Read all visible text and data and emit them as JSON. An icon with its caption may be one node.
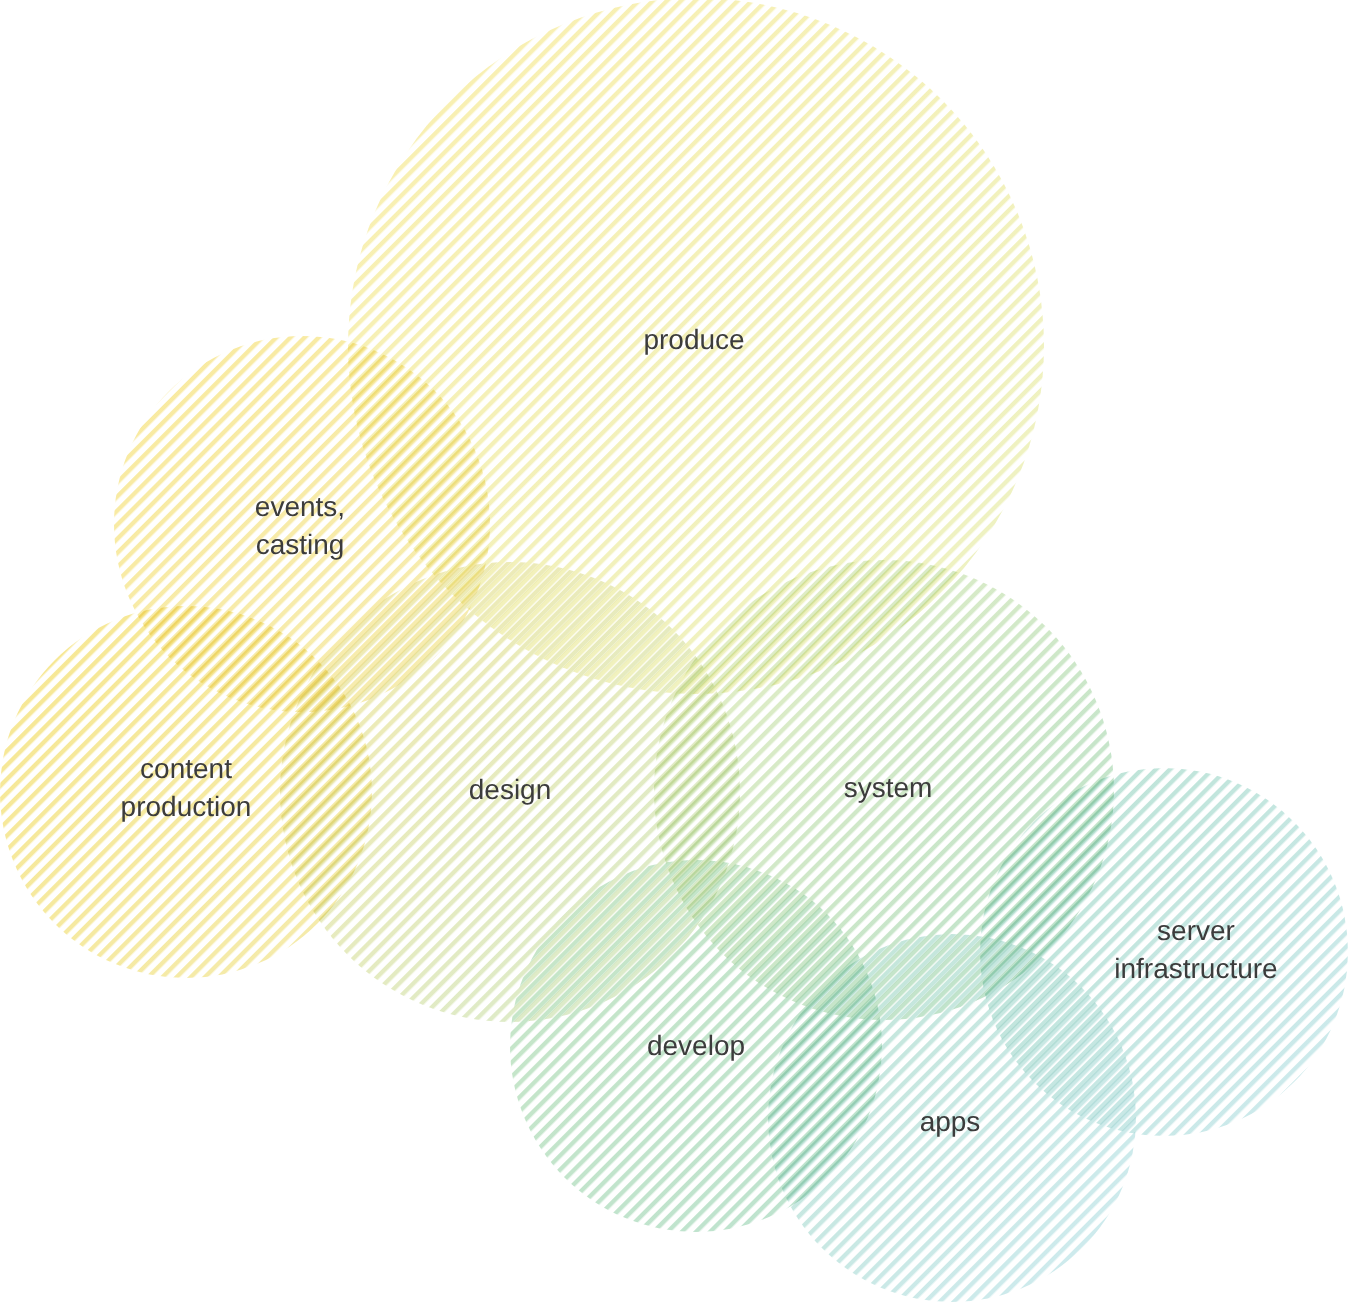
{
  "diagram": {
    "nodes": [
      {
        "text": [
          "produce"
        ]
      },
      {
        "text": [
          "events, casting"
        ]
      },
      {
        "text": [
          "content production"
        ]
      },
      {
        "text": [
          "design"
        ]
      },
      {
        "text": [
          "system"
        ]
      },
      {
        "text": [
          "server infrastructure"
        ]
      },
      {
        "text": [
          "develop"
        ]
      },
      {
        "text": [
          "apps"
        ]
      }
    ]
  }
}
